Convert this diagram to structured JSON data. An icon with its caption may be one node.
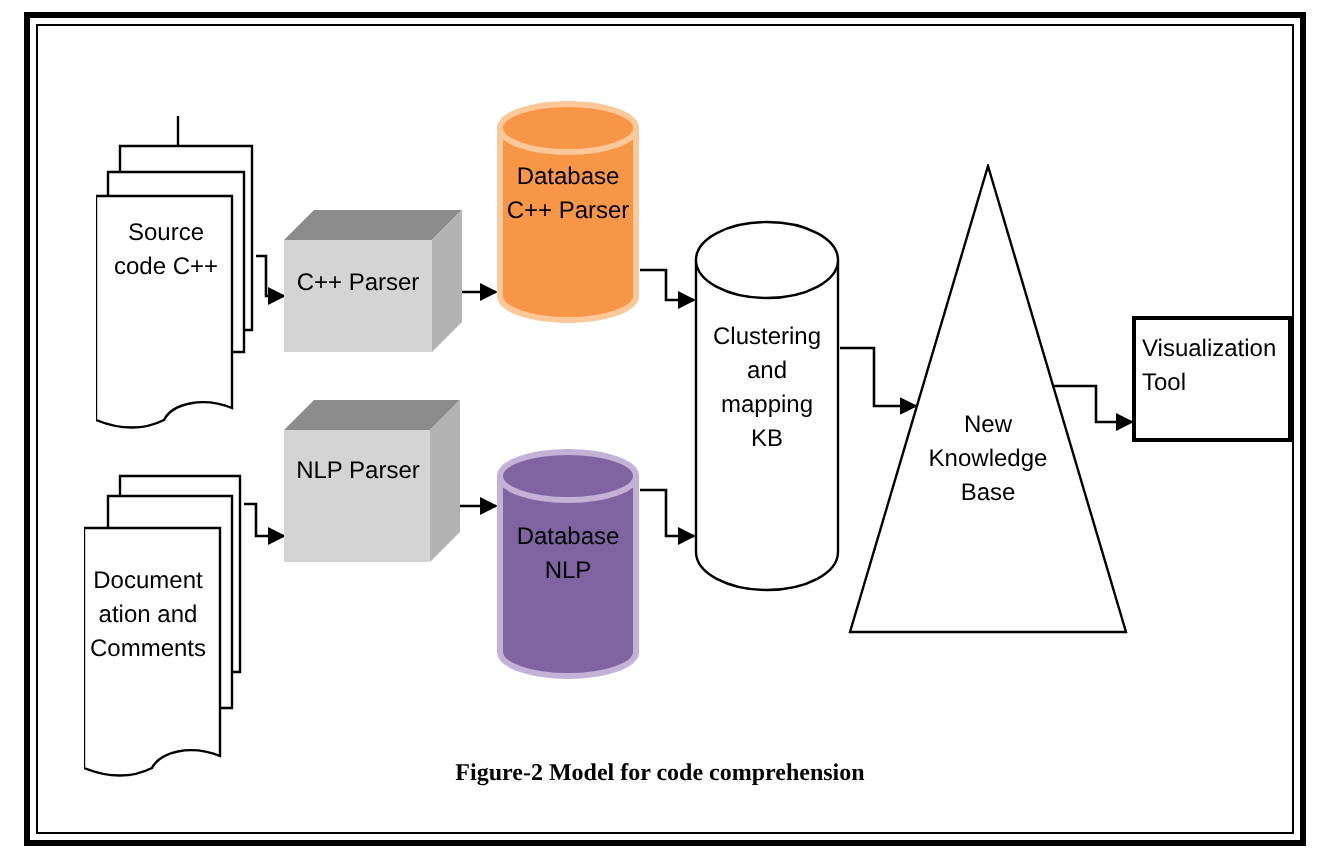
{
  "diagram": {
    "caption": "Figure-2 Model for code comprehension",
    "nodes": [
      {
        "text": [
          "Source code C++"
        ]
      },
      {
        "text": [
          "Document ation and Comments"
        ]
      },
      {
        "text": [
          "C++ Parser"
        ]
      },
      {
        "text": [
          "NLP Parser"
        ]
      },
      {
        "text": [
          "Database C++ Parser"
        ]
      },
      {
        "text": [
          "Database NLP"
        ]
      },
      {
        "text": [
          "Clustering and mapping KB"
        ]
      },
      {
        "text": [
          "New Knowledge Base"
        ]
      },
      {
        "text": [
          "Visualization Tool"
        ]
      }
    ],
    "edges": [
      {
        "from": 0,
        "to": 2,
        "arrow": "to"
      },
      {
        "from": 1,
        "to": 3,
        "arrow": "to"
      },
      {
        "from": 2,
        "to": 4,
        "arrow": "to"
      },
      {
        "from": 3,
        "to": 5,
        "arrow": "to"
      },
      {
        "from": 4,
        "to": 6,
        "arrow": "to"
      },
      {
        "from": 5,
        "to": 6,
        "arrow": "to"
      },
      {
        "from": 6,
        "to": 7,
        "arrow": "to"
      },
      {
        "from": 7,
        "to": 8,
        "arrow": "to"
      }
    ]
  }
}
